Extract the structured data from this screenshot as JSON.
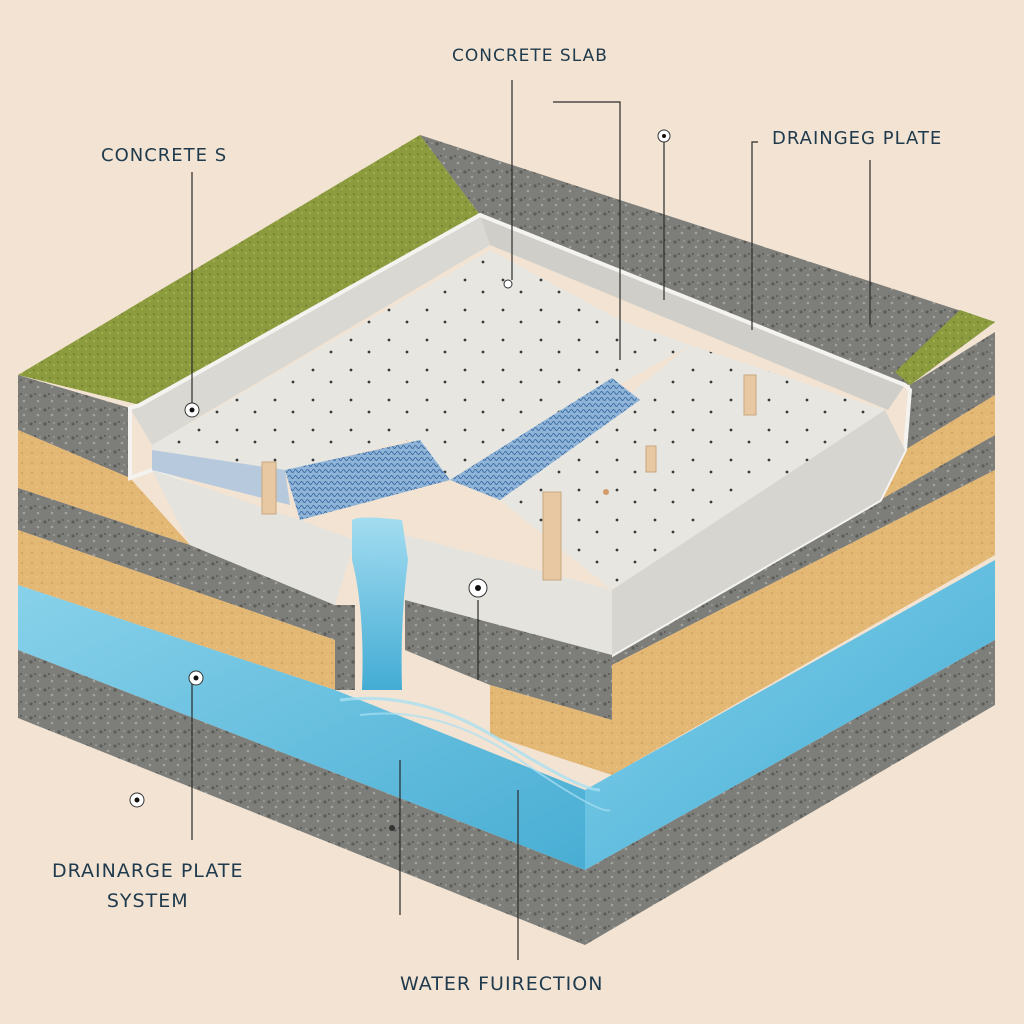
{
  "labels": {
    "concrete_slab_top": "CONCRETE SLAB",
    "concrete_slab_left": "CONCRETE S",
    "drainage_plate_right": "DRAINGEG PLATE",
    "drainage_plate_system_line1": "DRAINARGE PLATE",
    "drainage_plate_system_line2": "SYSTEM",
    "water_direction": "WATER FUIRECTION"
  },
  "colors": {
    "background": "#f2e3d2",
    "grass": "#8a9a3c",
    "gravel": "#8b8b87",
    "concrete": "#e6e5e0",
    "sand": "#e2b776",
    "water": "#4db9dd",
    "label_text": "#1f3a4d"
  }
}
